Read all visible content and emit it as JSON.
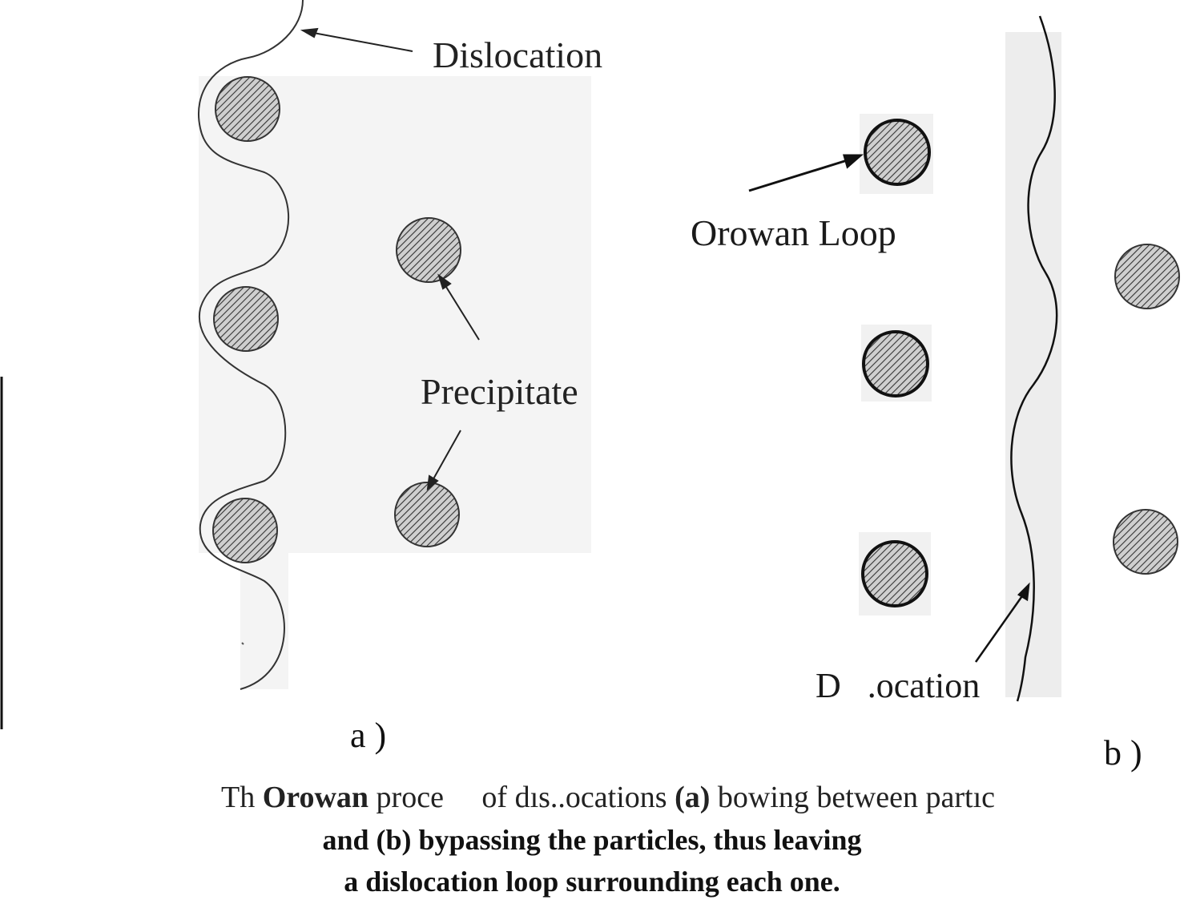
{
  "panel_a": {
    "label_dislocation": "Dislocation",
    "label_precipitate": "Precipitate",
    "panel_label": "a )"
  },
  "panel_b": {
    "label_orowan_loop": "Orowan Loop",
    "label_dislocation": "D   .ocation",
    "panel_label": "b )"
  },
  "caption": {
    "line1_start": "Th ",
    "line1_orowan": "Orowan",
    "line1_mid": " proce     of dıs..ocations ",
    "line1_a": "(a)",
    "line1_end": " bowing between partıc",
    "line2": "and (b) bypassing the particles, thus leaving",
    "line3": "a dislocation loop surrounding each one."
  }
}
